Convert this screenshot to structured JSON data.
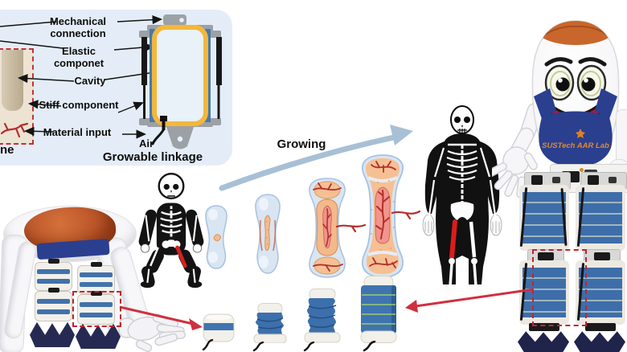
{
  "figure": {
    "growing_label": "Growing",
    "bone_label_fragment": "ne"
  },
  "panel": {
    "labels": {
      "mechanical": "Mechanical connection",
      "elastic": "Elastic componet",
      "cavity": "Cavity",
      "stiff": "Stiff component",
      "material": "Material input",
      "air": "Air",
      "title": "Growable linkage"
    }
  },
  "robot": {
    "logo_text": "SUSTech AAR Lab"
  },
  "colors": {
    "panel_bg": "#e4edf7",
    "elastic_yellow": "#f3b73a",
    "frame_gray": "#9ca1a6",
    "membrane_blue": "#4679ad",
    "stiff_black": "#17181a",
    "growing_arrow_blue": "#a7c0d5",
    "highlight_red_dashed": "#c2252f",
    "pointer_arrow_red": "#cf3040",
    "actuator_blue": "#3f74b0",
    "actuator_green_line": "#9ccb72",
    "overalls_blue": "#2b3f8f",
    "hair_orange": "#c9662b",
    "logo_orange": "#e0882f",
    "cartilage_blue": "#d9e5f2",
    "bone_tissue_orange": "#f5c093",
    "marrow_pink": "#f2958c",
    "vessel_red": "#b3302e",
    "baby_robot_orange": "#bf5a28",
    "foot_navy": "#262a52"
  },
  "icons": {
    "growing_arrow": "curved-up-right-arrow",
    "red_pointers": "red-arrow",
    "label_leaders": "black-arrow"
  }
}
